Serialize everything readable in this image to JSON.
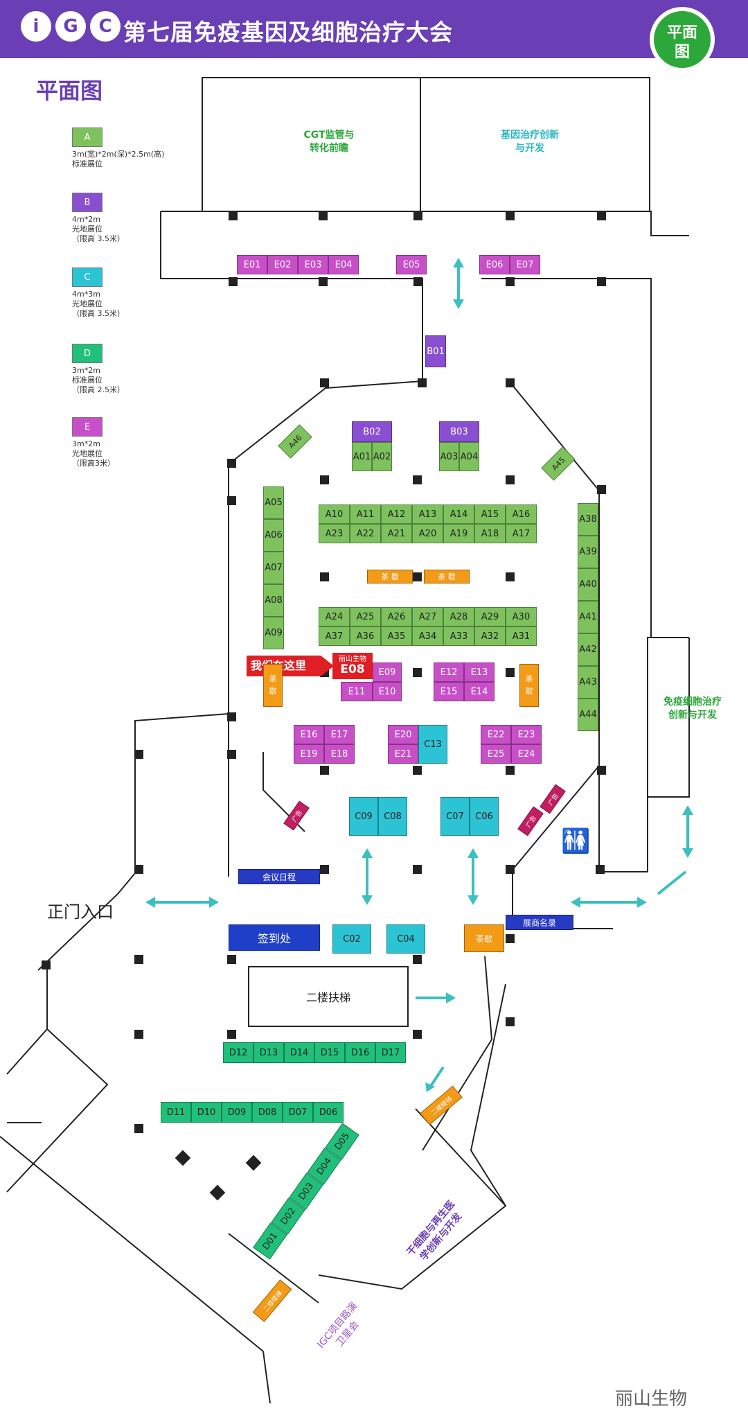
{
  "header": {
    "logo_letters": [
      "i",
      "G",
      "C"
    ],
    "title": "第七届免疫基因及细胞治疗大会",
    "badge": "平面\n图"
  },
  "plan_title": "平面图",
  "legend": [
    {
      "code": "A",
      "color": "#7ec25e",
      "desc": "3m(宽)*2m(深)*2.5m(高)\n标准展位"
    },
    {
      "code": "B",
      "color": "#8a4fd1",
      "desc": "4m*2m\n光地展位\n（限高 3.5米）"
    },
    {
      "code": "C",
      "color": "#2cc3d4",
      "desc": "4m*3m\n光地展位\n（限高 3.5米）"
    },
    {
      "code": "D",
      "color": "#20c07a",
      "desc": "3m*2m\n标准展位\n（限高 2.5米）"
    },
    {
      "code": "E",
      "color": "#c94fc9",
      "desc": "3m*2m\n光地展位\n（限高3米）"
    }
  ],
  "zones": {
    "cgt": "CGT监管与\n转化前瞻",
    "gene": "基因治疗创新\n与开发",
    "immune": "免疫细胞治疗\n创新与开发",
    "stem": "干细胞与再生医\n学创新与开发",
    "igc": "IGC项目路演\n卫星会"
  },
  "labels": {
    "here": "我们在这里",
    "e08_company": "丽山生物",
    "e08_code": "E08",
    "entrance": "正门入口",
    "escalator": "二楼扶梯",
    "checkin": "签到处",
    "agenda": "会议日程",
    "exhibitors": "展商名录",
    "tea": "茶歇",
    "tea_spaced": "茶 歇",
    "tea_vertical": "茶\n歇",
    "ad": "广告",
    "stairs": "二楼楼梯",
    "restroom_icon": "restroom-icon",
    "watermark": "丽山生物"
  },
  "booths": {
    "e_top": [
      "E01",
      "E02",
      "E03",
      "E04",
      "E05",
      "E06",
      "E07"
    ],
    "b": [
      "B01",
      "B02",
      "B03"
    ],
    "a_small": [
      "A01",
      "A02",
      "A03",
      "A04"
    ],
    "a_left": [
      "A05",
      "A06",
      "A07",
      "A08",
      "A09"
    ],
    "a_row1": [
      "A10",
      "A11",
      "A12",
      "A13",
      "A14",
      "A15",
      "A16"
    ],
    "a_row2": [
      "A23",
      "A22",
      "A21",
      "A20",
      "A19",
      "A18",
      "A17"
    ],
    "a_row3": [
      "A24",
      "A25",
      "A26",
      "A27",
      "A28",
      "A29",
      "A30"
    ],
    "a_row4": [
      "A37",
      "A36",
      "A35",
      "A34",
      "A33",
      "A32",
      "A31"
    ],
    "a_right": [
      "A38",
      "A39",
      "A40",
      "A41",
      "A42",
      "A43",
      "A44"
    ],
    "a_diag": [
      "A46",
      "A45"
    ],
    "e_mid": [
      "E09",
      "E11",
      "E10",
      "E12",
      "E13",
      "E15",
      "E14",
      "E16",
      "E17",
      "E19",
      "E18",
      "E20",
      "E21",
      "E22",
      "E23",
      "E25",
      "E24"
    ],
    "c": [
      "C13",
      "C09",
      "C08",
      "C07",
      "C06",
      "C02",
      "C04"
    ],
    "d_row": [
      "D12",
      "D13",
      "D14",
      "D15",
      "D16",
      "D17"
    ],
    "d_row2": [
      "D11",
      "D10",
      "D09",
      "D08",
      "D07",
      "D06"
    ],
    "d_diag": [
      "D05",
      "D04",
      "D03",
      "D02",
      "D01"
    ]
  }
}
